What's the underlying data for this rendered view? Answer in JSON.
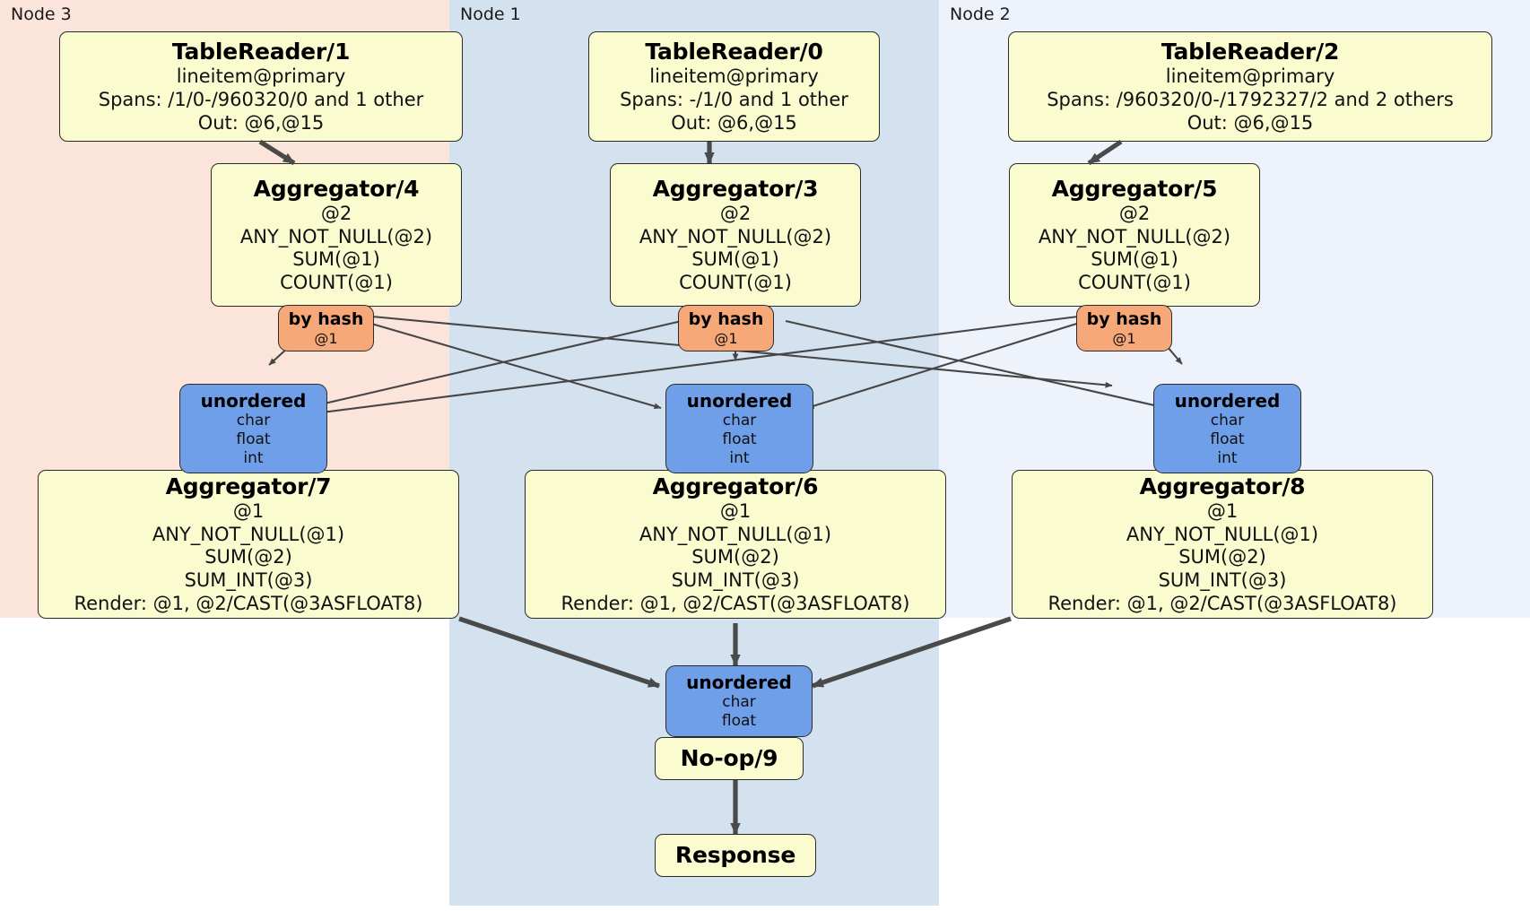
{
  "diagram": {
    "type": "distributed-query-plan",
    "title": "Distributed SQL execution plan across 3 nodes"
  },
  "panels": [
    {
      "id": "node3",
      "label": "Node 3",
      "color": "#fbe4d9"
    },
    {
      "id": "node1",
      "label": "Node 1",
      "color": "#d4e2ef"
    },
    {
      "id": "node2",
      "label": "Node 2",
      "color": "#edf2fb"
    }
  ],
  "colors": {
    "processor_fill": "#fbfbd0",
    "hash_router_fill": "#f6a878",
    "unordered_router_fill": "#6f9fe8",
    "node3_panel": "#fbe4d9",
    "node1_panel": "#d4e2ef",
    "node2_panel": "#edf2fb",
    "edge": "#464646",
    "border": "#2b2b2b"
  },
  "table_readers": [
    {
      "id": "tr1",
      "title": "TableReader/1",
      "table": "lineitem@primary",
      "spans": "Spans: /1/0-/960320/0 and 1 other",
      "out": "Out: @6,@15"
    },
    {
      "id": "tr0",
      "title": "TableReader/0",
      "table": "lineitem@primary",
      "spans": "Spans: -/1/0 and 1 other",
      "out": "Out: @6,@15"
    },
    {
      "id": "tr2",
      "title": "TableReader/2",
      "table": "lineitem@primary",
      "spans": "Spans: /960320/0-/1792327/2 and 2 others",
      "out": "Out: @6,@15"
    }
  ],
  "local_aggregators": [
    {
      "id": "agg4",
      "title": "Aggregator/4",
      "group": "@2",
      "fn1": "ANY_NOT_NULL(@2)",
      "fn2": "SUM(@1)",
      "fn3": "COUNT(@1)"
    },
    {
      "id": "agg3",
      "title": "Aggregator/3",
      "group": "@2",
      "fn1": "ANY_NOT_NULL(@2)",
      "fn2": "SUM(@1)",
      "fn3": "COUNT(@1)"
    },
    {
      "id": "agg5",
      "title": "Aggregator/5",
      "group": "@2",
      "fn1": "ANY_NOT_NULL(@2)",
      "fn2": "SUM(@1)",
      "fn3": "COUNT(@1)"
    }
  ],
  "hash_routers": [
    {
      "id": "hash4",
      "title": "by hash",
      "column": "@1"
    },
    {
      "id": "hash3",
      "title": "by hash",
      "column": "@1"
    },
    {
      "id": "hash5",
      "title": "by hash",
      "column": "@1"
    }
  ],
  "unordered_routers": [
    {
      "id": "unord7",
      "title": "unordered",
      "t1": "char",
      "t2": "float",
      "t3": "int"
    },
    {
      "id": "unord6",
      "title": "unordered",
      "t1": "char",
      "t2": "float",
      "t3": "int"
    },
    {
      "id": "unord8",
      "title": "unordered",
      "t1": "char",
      "t2": "float",
      "t3": "int"
    }
  ],
  "final_aggregators": [
    {
      "id": "agg7",
      "title": "Aggregator/7",
      "group": "@1",
      "fn1": "ANY_NOT_NULL(@1)",
      "fn2": "SUM(@2)",
      "fn3": "SUM_INT(@3)",
      "render": "Render: @1, @2/CAST(@3ASFLOAT8)"
    },
    {
      "id": "agg6",
      "title": "Aggregator/6",
      "group": "@1",
      "fn1": "ANY_NOT_NULL(@1)",
      "fn2": "SUM(@2)",
      "fn3": "SUM_INT(@3)",
      "render": "Render: @1, @2/CAST(@3ASFLOAT8)"
    },
    {
      "id": "agg8",
      "title": "Aggregator/8",
      "group": "@1",
      "fn1": "ANY_NOT_NULL(@1)",
      "fn2": "SUM(@2)",
      "fn3": "SUM_INT(@3)",
      "render": "Render: @1, @2/CAST(@3ASFLOAT8)"
    }
  ],
  "final_collector": {
    "id": "unord9",
    "title": "unordered",
    "t1": "char",
    "t2": "float"
  },
  "noop": {
    "title": "No-op/9"
  },
  "response": {
    "title": "Response"
  }
}
